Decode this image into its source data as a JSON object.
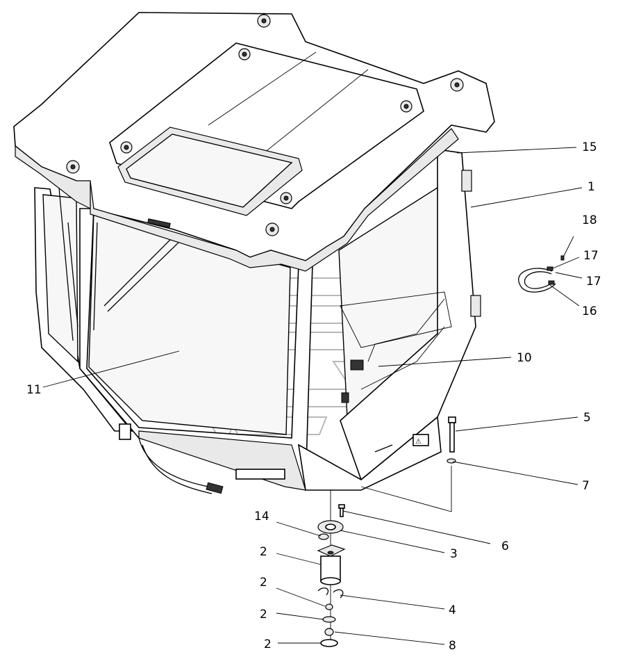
{
  "diagram": {
    "callouts": [
      {
        "id": "c15",
        "label": "15"
      },
      {
        "id": "c1",
        "label": "1"
      },
      {
        "id": "c18",
        "label": "18"
      },
      {
        "id": "c17a",
        "label": "17"
      },
      {
        "id": "c17b",
        "label": "17"
      },
      {
        "id": "c16",
        "label": "16"
      },
      {
        "id": "c10",
        "label": "10"
      },
      {
        "id": "c11",
        "label": "11"
      },
      {
        "id": "c5",
        "label": "5"
      },
      {
        "id": "c7",
        "label": "7"
      },
      {
        "id": "c6",
        "label": "6"
      },
      {
        "id": "c14",
        "label": "14"
      },
      {
        "id": "c3",
        "label": "3"
      },
      {
        "id": "c2a",
        "label": "2"
      },
      {
        "id": "c2b",
        "label": "2"
      },
      {
        "id": "c2c",
        "label": "2"
      },
      {
        "id": "c2d",
        "label": "2"
      },
      {
        "id": "c4",
        "label": "4"
      },
      {
        "id": "c8",
        "label": "8"
      }
    ]
  }
}
